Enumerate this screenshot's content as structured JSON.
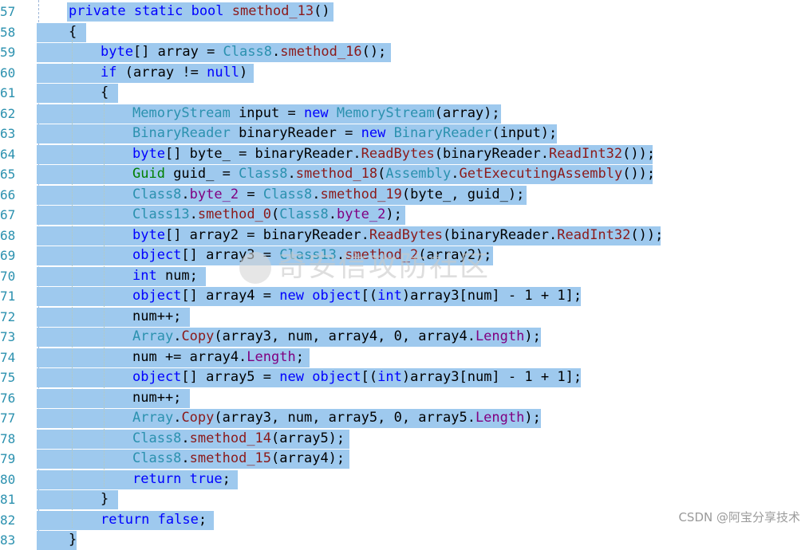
{
  "editor": {
    "lines": [
      {
        "num": "57",
        "indent": 1,
        "sel_end": 418,
        "tokens": [
          [
            "kw",
            "private"
          ],
          [
            "pl",
            " "
          ],
          [
            "kw",
            "static"
          ],
          [
            "pl",
            " "
          ],
          [
            "kw",
            "bool"
          ],
          [
            "pl",
            " "
          ],
          [
            "mt",
            "smethod_13"
          ],
          [
            "pl",
            "()"
          ]
        ]
      },
      {
        "num": "58",
        "indent": 1,
        "sel_end": 108,
        "tokens": [
          [
            "pl",
            "{"
          ]
        ]
      },
      {
        "num": "59",
        "indent": 2,
        "sel_end": 490,
        "tokens": [
          [
            "kw",
            "byte"
          ],
          [
            "pl",
            "[] array = "
          ],
          [
            "ty",
            "Class8"
          ],
          [
            "pl",
            "."
          ],
          [
            "mt",
            "smethod_16"
          ],
          [
            "pl",
            "();"
          ]
        ]
      },
      {
        "num": "60",
        "indent": 2,
        "sel_end": 318,
        "tokens": [
          [
            "kw",
            "if"
          ],
          [
            "pl",
            " (array != "
          ],
          [
            "kw",
            "null"
          ],
          [
            "pl",
            ")"
          ]
        ]
      },
      {
        "num": "61",
        "indent": 2,
        "sel_end": 148,
        "tokens": [
          [
            "pl",
            "{"
          ]
        ]
      },
      {
        "num": "62",
        "indent": 3,
        "sel_end": 628,
        "tokens": [
          [
            "ty",
            "MemoryStream"
          ],
          [
            "pl",
            " input = "
          ],
          [
            "kw",
            "new"
          ],
          [
            "pl",
            " "
          ],
          [
            "ty",
            "MemoryStream"
          ],
          [
            "pl",
            "(array);"
          ]
        ]
      },
      {
        "num": "63",
        "indent": 3,
        "sel_end": 698,
        "tokens": [
          [
            "ty",
            "BinaryReader"
          ],
          [
            "pl",
            " binaryReader = "
          ],
          [
            "kw",
            "new"
          ],
          [
            "pl",
            " "
          ],
          [
            "ty",
            "BinaryReader"
          ],
          [
            "pl",
            "(input);"
          ]
        ]
      },
      {
        "num": "64",
        "indent": 3,
        "sel_end": 818,
        "tokens": [
          [
            "kw",
            "byte"
          ],
          [
            "pl",
            "[] byte_ = binaryReader."
          ],
          [
            "mt",
            "ReadBytes"
          ],
          [
            "pl",
            "(binaryReader."
          ],
          [
            "mt",
            "ReadInt32"
          ],
          [
            "pl",
            "());"
          ]
        ]
      },
      {
        "num": "65",
        "indent": 3,
        "sel_end": 818,
        "tokens": [
          [
            "gu",
            "Guid"
          ],
          [
            "pl",
            " guid_ = "
          ],
          [
            "ty",
            "Class8"
          ],
          [
            "pl",
            "."
          ],
          [
            "mt",
            "smethod_18"
          ],
          [
            "pl",
            "("
          ],
          [
            "ty",
            "Assembly"
          ],
          [
            "pl",
            "."
          ],
          [
            "mt",
            "GetExecutingAssembly"
          ],
          [
            "pl",
            "());"
          ]
        ]
      },
      {
        "num": "66",
        "indent": 3,
        "sel_end": 660,
        "tokens": [
          [
            "ty",
            "Class8"
          ],
          [
            "pl",
            "."
          ],
          [
            "pr",
            "byte_2"
          ],
          [
            "pl",
            " = "
          ],
          [
            "ty",
            "Class8"
          ],
          [
            "pl",
            "."
          ],
          [
            "mt",
            "smethod_19"
          ],
          [
            "pl",
            "(byte_, guid_);"
          ]
        ]
      },
      {
        "num": "67",
        "indent": 3,
        "sel_end": 508,
        "tokens": [
          [
            "ty",
            "Class13"
          ],
          [
            "pl",
            "."
          ],
          [
            "mt",
            "smethod_0"
          ],
          [
            "pl",
            "("
          ],
          [
            "ty",
            "Class8"
          ],
          [
            "pl",
            "."
          ],
          [
            "pr",
            "byte_2"
          ],
          [
            "pl",
            ");"
          ]
        ]
      },
      {
        "num": "68",
        "indent": 3,
        "sel_end": 828,
        "tokens": [
          [
            "kw",
            "byte"
          ],
          [
            "pl",
            "[] array2 = binaryReader."
          ],
          [
            "mt",
            "ReadBytes"
          ],
          [
            "pl",
            "(binaryReader."
          ],
          [
            "mt",
            "ReadInt32"
          ],
          [
            "pl",
            "());"
          ]
        ]
      },
      {
        "num": "69",
        "indent": 3,
        "sel_end": 618,
        "tokens": [
          [
            "kw",
            "object"
          ],
          [
            "pl",
            "[] array3 = "
          ],
          [
            "ty",
            "Class13"
          ],
          [
            "pl",
            "."
          ],
          [
            "mt",
            "smethod_2"
          ],
          [
            "pl",
            "(array2);"
          ]
        ]
      },
      {
        "num": "70",
        "indent": 3,
        "sel_end": 258,
        "tokens": [
          [
            "kw",
            "int"
          ],
          [
            "pl",
            " num;"
          ]
        ]
      },
      {
        "num": "71",
        "indent": 3,
        "sel_end": 728,
        "tokens": [
          [
            "kw",
            "object"
          ],
          [
            "pl",
            "[] array4 = "
          ],
          [
            "kw",
            "new"
          ],
          [
            "pl",
            " "
          ],
          [
            "kw",
            "object"
          ],
          [
            "pl",
            "[("
          ],
          [
            "kw",
            "int"
          ],
          [
            "pl",
            ")array3[num] - "
          ],
          [
            "nm",
            "1"
          ],
          [
            "pl",
            " + "
          ],
          [
            "nm",
            "1"
          ],
          [
            "pl",
            "];"
          ]
        ]
      },
      {
        "num": "72",
        "indent": 3,
        "sel_end": 238,
        "tokens": [
          [
            "pl",
            "num++;"
          ]
        ]
      },
      {
        "num": "73",
        "indent": 3,
        "sel_end": 678,
        "tokens": [
          [
            "ty",
            "Array"
          ],
          [
            "pl",
            "."
          ],
          [
            "mt",
            "Copy"
          ],
          [
            "pl",
            "(array3, num, array4, "
          ],
          [
            "nm",
            "0"
          ],
          [
            "pl",
            ", array4."
          ],
          [
            "pr",
            "Length"
          ],
          [
            "pl",
            ");"
          ]
        ]
      },
      {
        "num": "74",
        "indent": 3,
        "sel_end": 388,
        "tokens": [
          [
            "pl",
            "num += array4."
          ],
          [
            "pr",
            "Length"
          ],
          [
            "pl",
            ";"
          ]
        ]
      },
      {
        "num": "75",
        "indent": 3,
        "sel_end": 728,
        "tokens": [
          [
            "kw",
            "object"
          ],
          [
            "pl",
            "[] array5 = "
          ],
          [
            "kw",
            "new"
          ],
          [
            "pl",
            " "
          ],
          [
            "kw",
            "object"
          ],
          [
            "pl",
            "[("
          ],
          [
            "kw",
            "int"
          ],
          [
            "pl",
            ")array3[num] - "
          ],
          [
            "nm",
            "1"
          ],
          [
            "pl",
            " + "
          ],
          [
            "nm",
            "1"
          ],
          [
            "pl",
            "];"
          ]
        ]
      },
      {
        "num": "76",
        "indent": 3,
        "sel_end": 238,
        "tokens": [
          [
            "pl",
            "num++;"
          ]
        ]
      },
      {
        "num": "77",
        "indent": 3,
        "sel_end": 678,
        "tokens": [
          [
            "ty",
            "Array"
          ],
          [
            "pl",
            "."
          ],
          [
            "mt",
            "Copy"
          ],
          [
            "pl",
            "(array3, num, array5, "
          ],
          [
            "nm",
            "0"
          ],
          [
            "pl",
            ", array5."
          ],
          [
            "pr",
            "Length"
          ],
          [
            "pl",
            ");"
          ]
        ]
      },
      {
        "num": "78",
        "indent": 3,
        "sel_end": 438,
        "tokens": [
          [
            "ty",
            "Class8"
          ],
          [
            "pl",
            "."
          ],
          [
            "mt",
            "smethod_14"
          ],
          [
            "pl",
            "(array5);"
          ]
        ]
      },
      {
        "num": "79",
        "indent": 3,
        "sel_end": 438,
        "tokens": [
          [
            "ty",
            "Class8"
          ],
          [
            "pl",
            "."
          ],
          [
            "mt",
            "smethod_15"
          ],
          [
            "pl",
            "(array4);"
          ]
        ]
      },
      {
        "num": "80",
        "indent": 3,
        "sel_end": 298,
        "tokens": [
          [
            "kw",
            "return"
          ],
          [
            "pl",
            " "
          ],
          [
            "kw",
            "true"
          ],
          [
            "pl",
            ";"
          ]
        ]
      },
      {
        "num": "81",
        "indent": 2,
        "sel_end": 148,
        "tokens": [
          [
            "pl",
            "}"
          ]
        ]
      },
      {
        "num": "82",
        "indent": 2,
        "sel_end": 268,
        "tokens": [
          [
            "kw",
            "return"
          ],
          [
            "pl",
            " "
          ],
          [
            "kw",
            "false"
          ],
          [
            "pl",
            ";"
          ]
        ]
      },
      {
        "num": "83",
        "indent": 1,
        "sel_end": 96,
        "tokens": [
          [
            "pl",
            "}"
          ]
        ]
      }
    ]
  },
  "watermark": {
    "text": "奇安信攻防社区"
  },
  "credit": {
    "text": "CSDN @阿宝分享技术"
  },
  "colors": {
    "selection": "#9ec9ee",
    "keyword": "#0000ff",
    "type": "#2b91af",
    "method": "#8b1a1a",
    "line_number": "#2b91af"
  }
}
